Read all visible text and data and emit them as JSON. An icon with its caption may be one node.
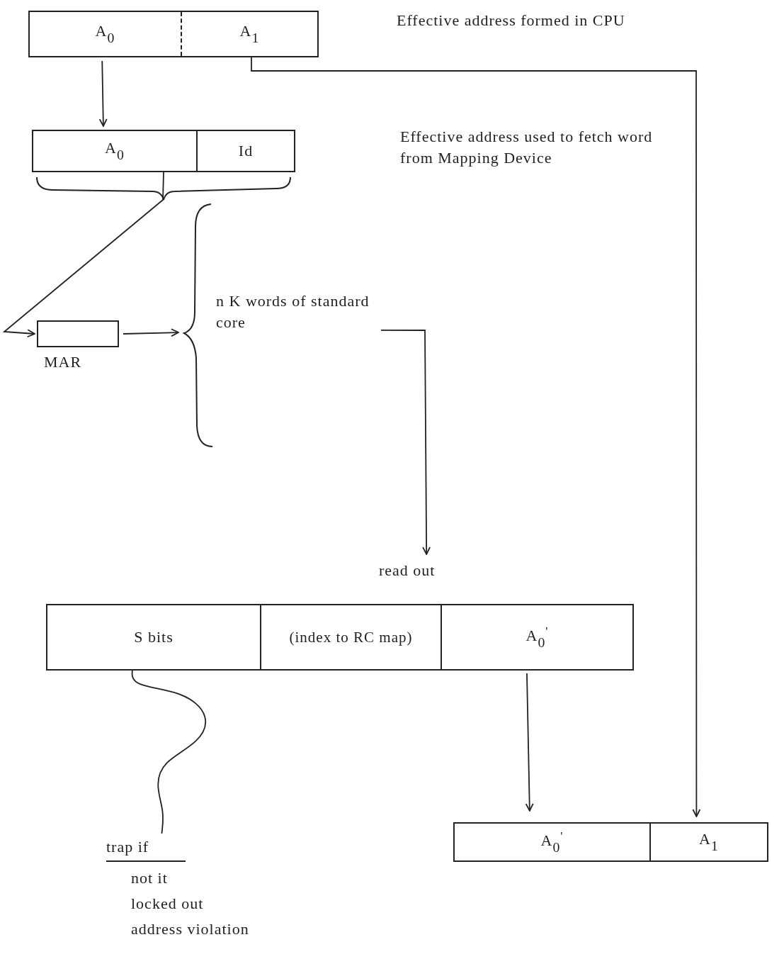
{
  "diagram": {
    "nodes": [
      {
        "text": [],
        "shape": "box"
      },
      {
        "text": [
          "A$_{0}$"
        ],
        "in": 0
      },
      {
        "text": [
          "A$_{1}$"
        ],
        "in": 0
      },
      {
        "text": [],
        "shape": "box"
      },
      {
        "text": [
          "A$_{0}$"
        ],
        "in": 3
      },
      {
        "text": [
          "Id"
        ],
        "in": 3
      },
      {
        "text": [],
        "shape": "box",
        "beside": [
          "MAR"
        ]
      },
      {
        "text": [
          "n K words of standard core"
        ]
      },
      {
        "text": [
          "read out"
        ]
      },
      {
        "text": [],
        "shape": "box"
      },
      {
        "text": [
          "S bits"
        ],
        "in": 9
      },
      {
        "text": [
          "(index to RC map)"
        ],
        "in": 9
      },
      {
        "text": [
          "A$_{0}$$^{'}$"
        ],
        "in": 9
      },
      {
        "text": [
          "trap if"
        ],
        "beside": [
          "not it",
          "locked out",
          "address violation"
        ]
      },
      {
        "text": [],
        "shape": "box"
      },
      {
        "text": [
          "A$_{0}$$^{'}$"
        ],
        "in": 14
      },
      {
        "text": [
          "A$_{1}$"
        ],
        "in": 14
      }
    ],
    "edges": [
      {
        "from": 1,
        "to": 4,
        "arrow": "to"
      },
      {
        "from": 3,
        "to": 6,
        "arrow": "to"
      },
      {
        "from": 6,
        "to": 7,
        "arrow": "to"
      },
      {
        "from": 7,
        "to": 8,
        "arrow": "to"
      },
      {
        "from": 2,
        "to": 16,
        "arrow": "to"
      },
      {
        "from": 12,
        "to": 15,
        "arrow": "to"
      },
      {
        "from": 10,
        "to": 13,
        "arrow": "none"
      }
    ],
    "labels": [
      "Effective address formed in CPU",
      "Effective address used to fetch word from Mapping Device"
    ]
  }
}
